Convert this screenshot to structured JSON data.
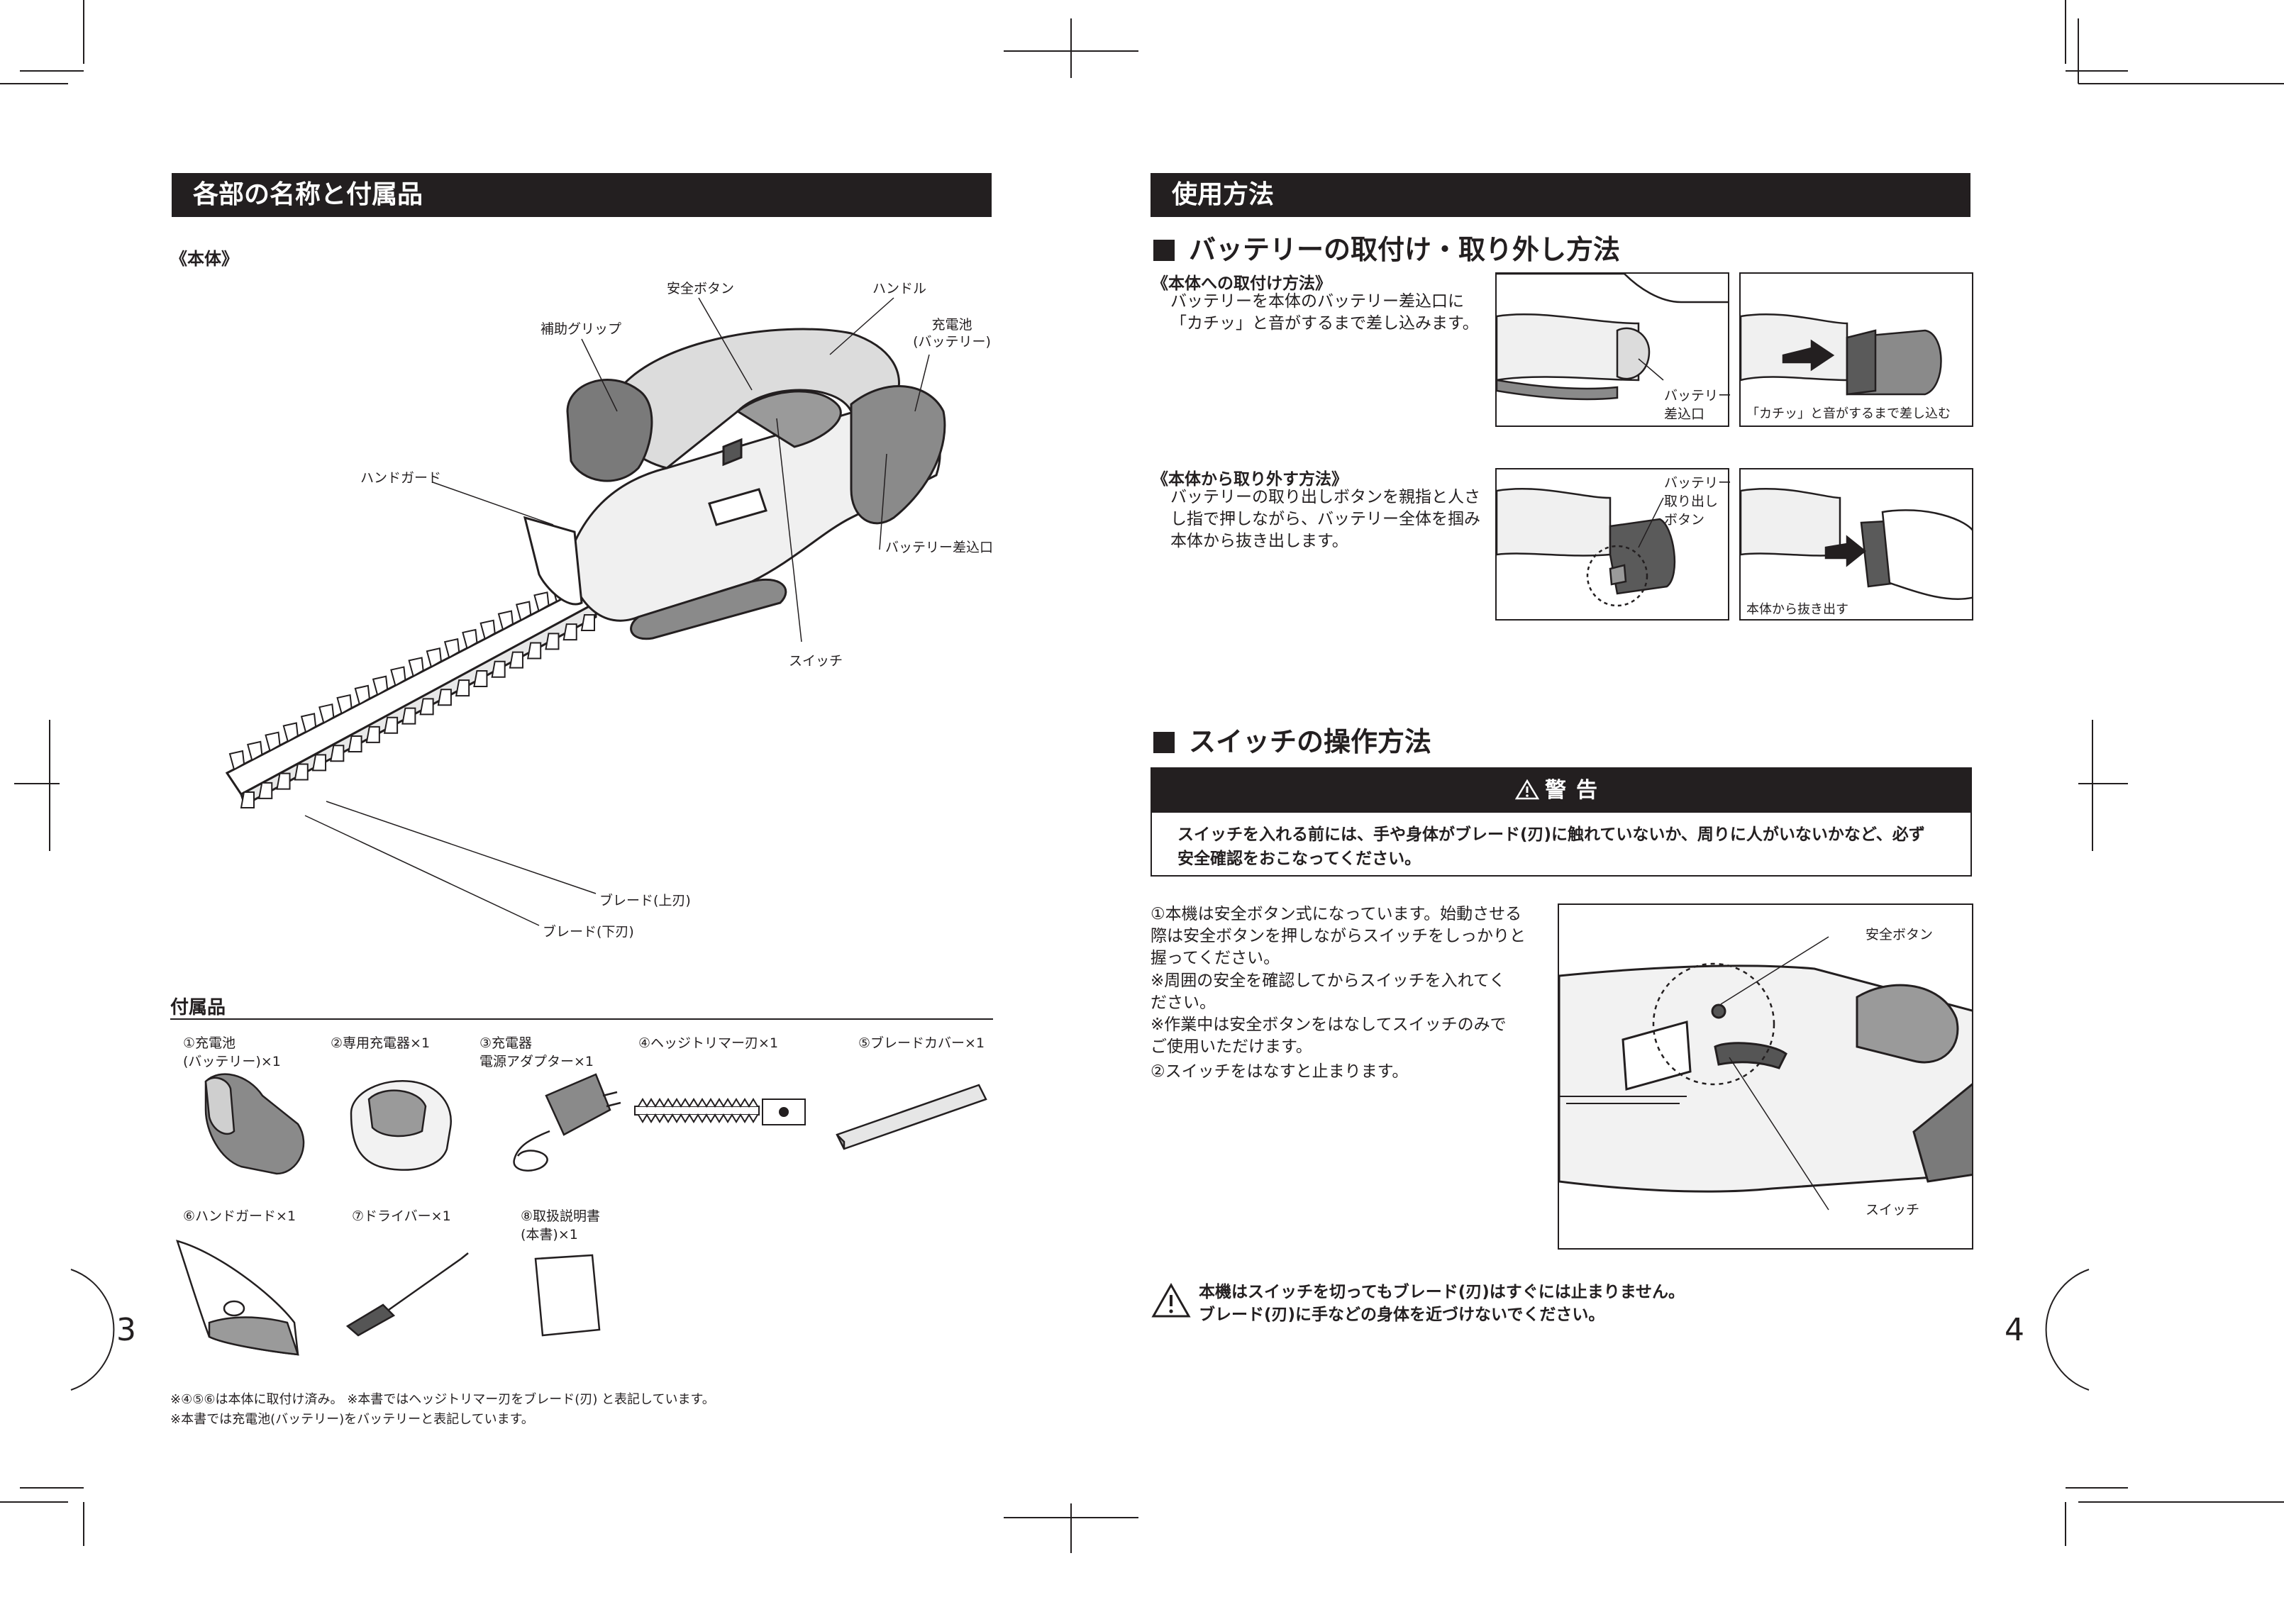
{
  "left_page": {
    "section_title": "各部の名称と付属品",
    "body_heading": "《本体》",
    "body_labels": {
      "safety_button": "安全ボタン",
      "handle": "ハンドル",
      "aux_grip": "補助グリップ",
      "battery": "充電池\n(バッテリー)",
      "hand_guard": "ハンドガード",
      "battery_slot": "バッテリー差込口",
      "switch": "スイッチ",
      "blade_upper": "ブレード(上刃)",
      "blade_lower": "ブレード(下刃)"
    },
    "accessories_heading": "付属品",
    "accessories": [
      {
        "label": "①充電池\n  (バッテリー)×1",
        "icon": "battery-pack-icon"
      },
      {
        "label": "②専用充電器×1",
        "icon": "charger-icon"
      },
      {
        "label": "③充電器\n  電源アダプター×1",
        "icon": "ac-adapter-icon"
      },
      {
        "label": "④ヘッジトリマー刃×1",
        "icon": "hedge-blade-icon"
      },
      {
        "label": "⑤ブレードカバー×1",
        "icon": "blade-cover-icon"
      },
      {
        "label": "⑥ハンドガード×1",
        "icon": "hand-guard-icon"
      },
      {
        "label": "⑦ドライバー×1",
        "icon": "screwdriver-icon"
      },
      {
        "label": "⑧取扱説明書\n  (本書)×1",
        "icon": "manual-icon"
      }
    ],
    "footnotes": [
      "※④⑤⑥は本体に取付け済み。 ※本書ではヘッジトリマー刃をブレード(刃) と表記しています。",
      "※本書では充電池(バッテリー)をバッテリーと表記しています。"
    ],
    "page_number": "3"
  },
  "right_page": {
    "section_title": "使用方法",
    "battery_heading": "バッテリーの取付け・取り外し方法",
    "attach": {
      "title": "《本体への取付け方法》",
      "text": "バッテリーを本体のバッテリー差込口に\n「カチッ」と音がするまで差し込みます。",
      "fig1_label": "バッテリー\n差込口",
      "fig2_caption": "「カチッ」と音がするまで差し込む"
    },
    "detach": {
      "title": "《本体から取り外す方法》",
      "text": "バッテリーの取り出しボタンを親指と人さ\nし指で押しながら、バッテリー全体を掴み\n本体から抜き出します。",
      "fig1_label": "バッテリー\n取り出し\nボタン",
      "fig2_caption": "本体から抜き出す"
    },
    "switch_heading": "スイッチの操作方法",
    "warning": {
      "title": "警告",
      "icon": "warning-triangle-icon",
      "text": "スイッチを入れる前には、手や身体がブレード(刃)に触れていないか、周りに人がいないかなど、必ず\n安全確認をおこなってください。"
    },
    "steps": [
      "①本機は安全ボタン式になっています。始動させる\n  際は安全ボタンを押しながらスイッチをしっかりと\n  握ってください。",
      "  ※周囲の安全を確認してからスイッチを入れてく\n     ださい。",
      "  ※作業中は安全ボタンをはなしてスイッチのみで\n     ご使用いただけます。",
      "②スイッチをはなすと止まります。"
    ],
    "fig_labels": {
      "safety_button": "安全ボタン",
      "switch": "スイッチ"
    },
    "bottom_caution": "本機はスイッチを切ってもブレード(刃)はすぐには止まりません。\nブレード(刃)に手などの身体を近づけないでください。",
    "page_number": "4"
  }
}
